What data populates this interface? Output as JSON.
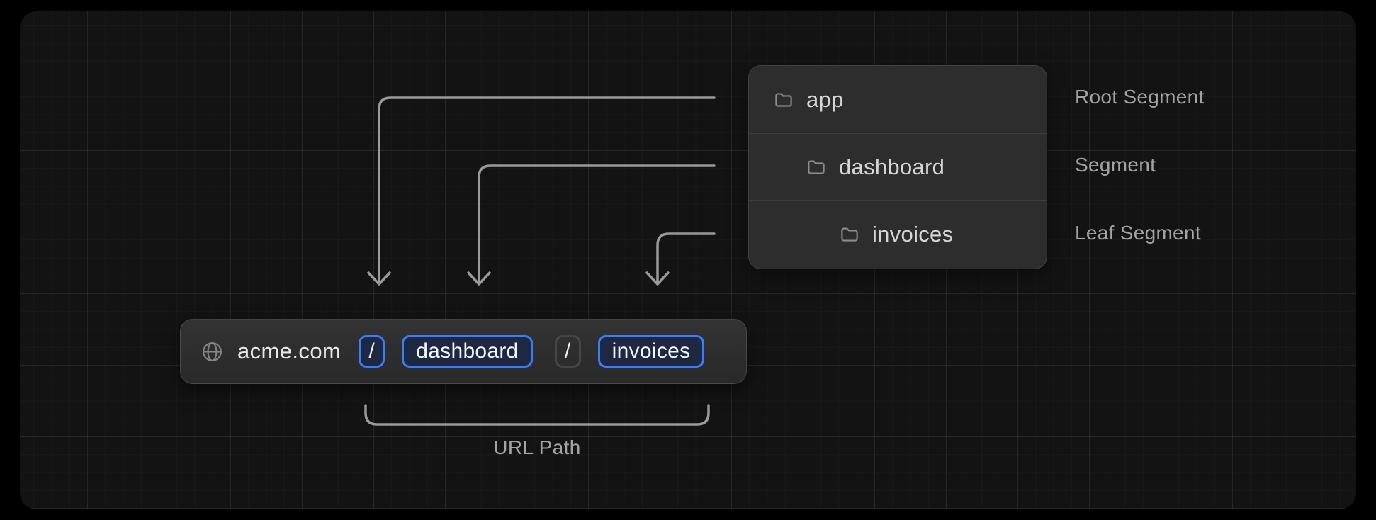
{
  "tree": {
    "rows": [
      {
        "label": "app",
        "annotation": "Root Segment"
      },
      {
        "label": "dashboard",
        "annotation": "Segment"
      },
      {
        "label": "invoices",
        "annotation": "Leaf Segment"
      }
    ]
  },
  "url_bar": {
    "domain": "acme.com",
    "segments": [
      {
        "text": "/",
        "style": "highlighted"
      },
      {
        "text": "dashboard",
        "style": "highlighted"
      },
      {
        "text": "/",
        "style": "muted"
      },
      {
        "text": "invoices",
        "style": "highlighted"
      }
    ]
  },
  "bracket_label": "URL Path",
  "icons": {
    "globe": "globe-icon",
    "folder": "folder-icon"
  },
  "colors": {
    "accent_blue": "#3d7cf7",
    "arrow_gray": "#9a9a9a",
    "card_background": "#131313",
    "panel_background": "#2d2d2d"
  }
}
